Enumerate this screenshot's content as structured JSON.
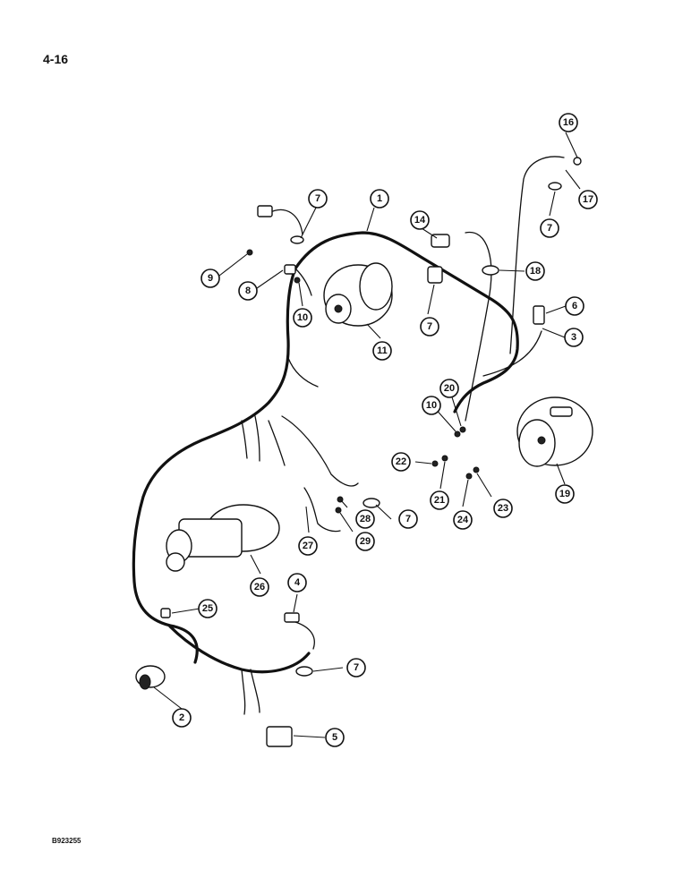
{
  "page_number": "4-16",
  "figure_code": "B923255",
  "callouts": [
    "1",
    "2",
    "3",
    "4",
    "5",
    "6",
    "7",
    "8",
    "9",
    "10",
    "11",
    "14",
    "16",
    "17",
    "18",
    "19",
    "20",
    "21",
    "22",
    "23",
    "24",
    "25",
    "26",
    "27",
    "28",
    "29"
  ],
  "callout_seven": "7",
  "callout_ten": "10"
}
